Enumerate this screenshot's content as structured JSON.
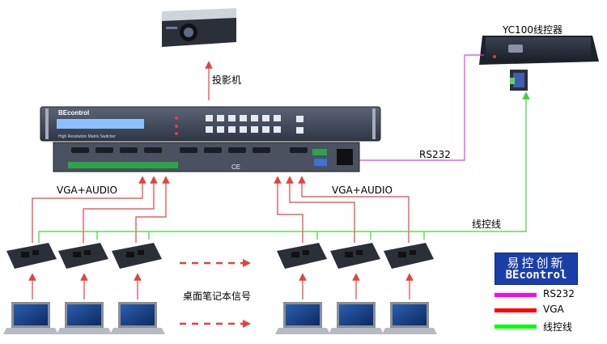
{
  "labels": {
    "projector": "投影机",
    "controller": "YC100线控器",
    "rs232": "RS232",
    "vga_audio_left": "VGA+AUDIO",
    "vga_audio_right": "VGA+AUDIO",
    "control_line": "线控线",
    "laptops": "桌面笔记本信号"
  },
  "switcher": {
    "brand": "BEcontrol",
    "subtitle": "High Resolution Matrix Switcher"
  },
  "legend": {
    "brand_cn": "易控创新",
    "brand_en": "BEcontrol",
    "items": [
      {
        "label": "RS232",
        "color": "#ff00ff"
      },
      {
        "label": "VGA",
        "color": "#ff0000"
      },
      {
        "label": "线控线",
        "color": "#00ff00"
      }
    ]
  },
  "colors": {
    "rs232": "#e040e0",
    "vga": "#e84040",
    "control": "#40d040"
  }
}
